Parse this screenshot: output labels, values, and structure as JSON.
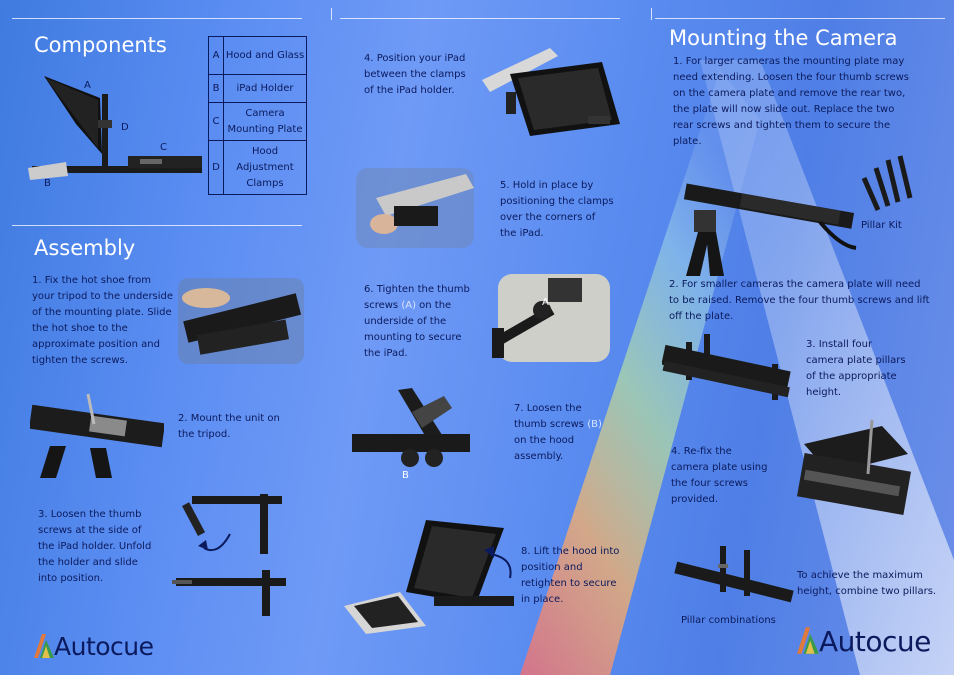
{
  "components": {
    "heading": "Components",
    "labels": {
      "a": "A",
      "b": "B",
      "c": "C",
      "d": "D"
    },
    "table": [
      {
        "key": "A",
        "value": "Hood and Glass"
      },
      {
        "key": "B",
        "value": "iPad Holder"
      },
      {
        "key": "C",
        "value": "Camera Mounting Plate"
      },
      {
        "key": "D",
        "value": "Hood Adjustment Clamps"
      }
    ]
  },
  "assembly": {
    "heading": "Assembly",
    "step1": "1. Fix the hot shoe from your tripod to the underside of the mounting plate. Slide the hot shoe to the approximate position and tighten the screws.",
    "step2": "2. Mount the unit on the tripod.",
    "step3": "3. Loosen the thumb screws at the side of the iPad holder. Unfold the holder and slide into position.",
    "step4": "4. Position your iPad between the clamps of the iPad holder.",
    "step5": "5. Hold in place by positioning the clamps over the corners of the iPad.",
    "step6_pre": "6. Tighten the thumb screws ",
    "step6_mark": "(A)",
    "step6_post": " on the underside of the mounting to secure the iPad.",
    "step6_photo_label": "A",
    "step7_pre": "7. Loosen the thumb screws ",
    "step7_mark": "(B)",
    "step7_post": " on the hood assembly.",
    "step7_photo_label": "B",
    "step8": "8. Lift the hood into position and retighten to secure in place."
  },
  "mounting": {
    "heading": "Mounting the Camera",
    "step1": "1. For larger cameras the mounting plate may need extending. Loosen the four thumb screws on the camera plate and remove the rear two, the plate will now slide out. Replace the two rear screws and tighten them to secure the plate.",
    "pillar_kit": "Pillar Kit",
    "step2": "2. For smaller cameras the camera plate will need to be raised. Remove the four thumb screws and lift off the plate.",
    "step3": "3. Install four camera plate pillars of the appropriate height.",
    "step4": "4. Re-fix the camera plate using the four screws provided.",
    "tip": "To achieve the maximum height, combine two pillars.",
    "pillar_combinations": "Pillar combinations"
  },
  "brand": {
    "name": "Autocue"
  }
}
